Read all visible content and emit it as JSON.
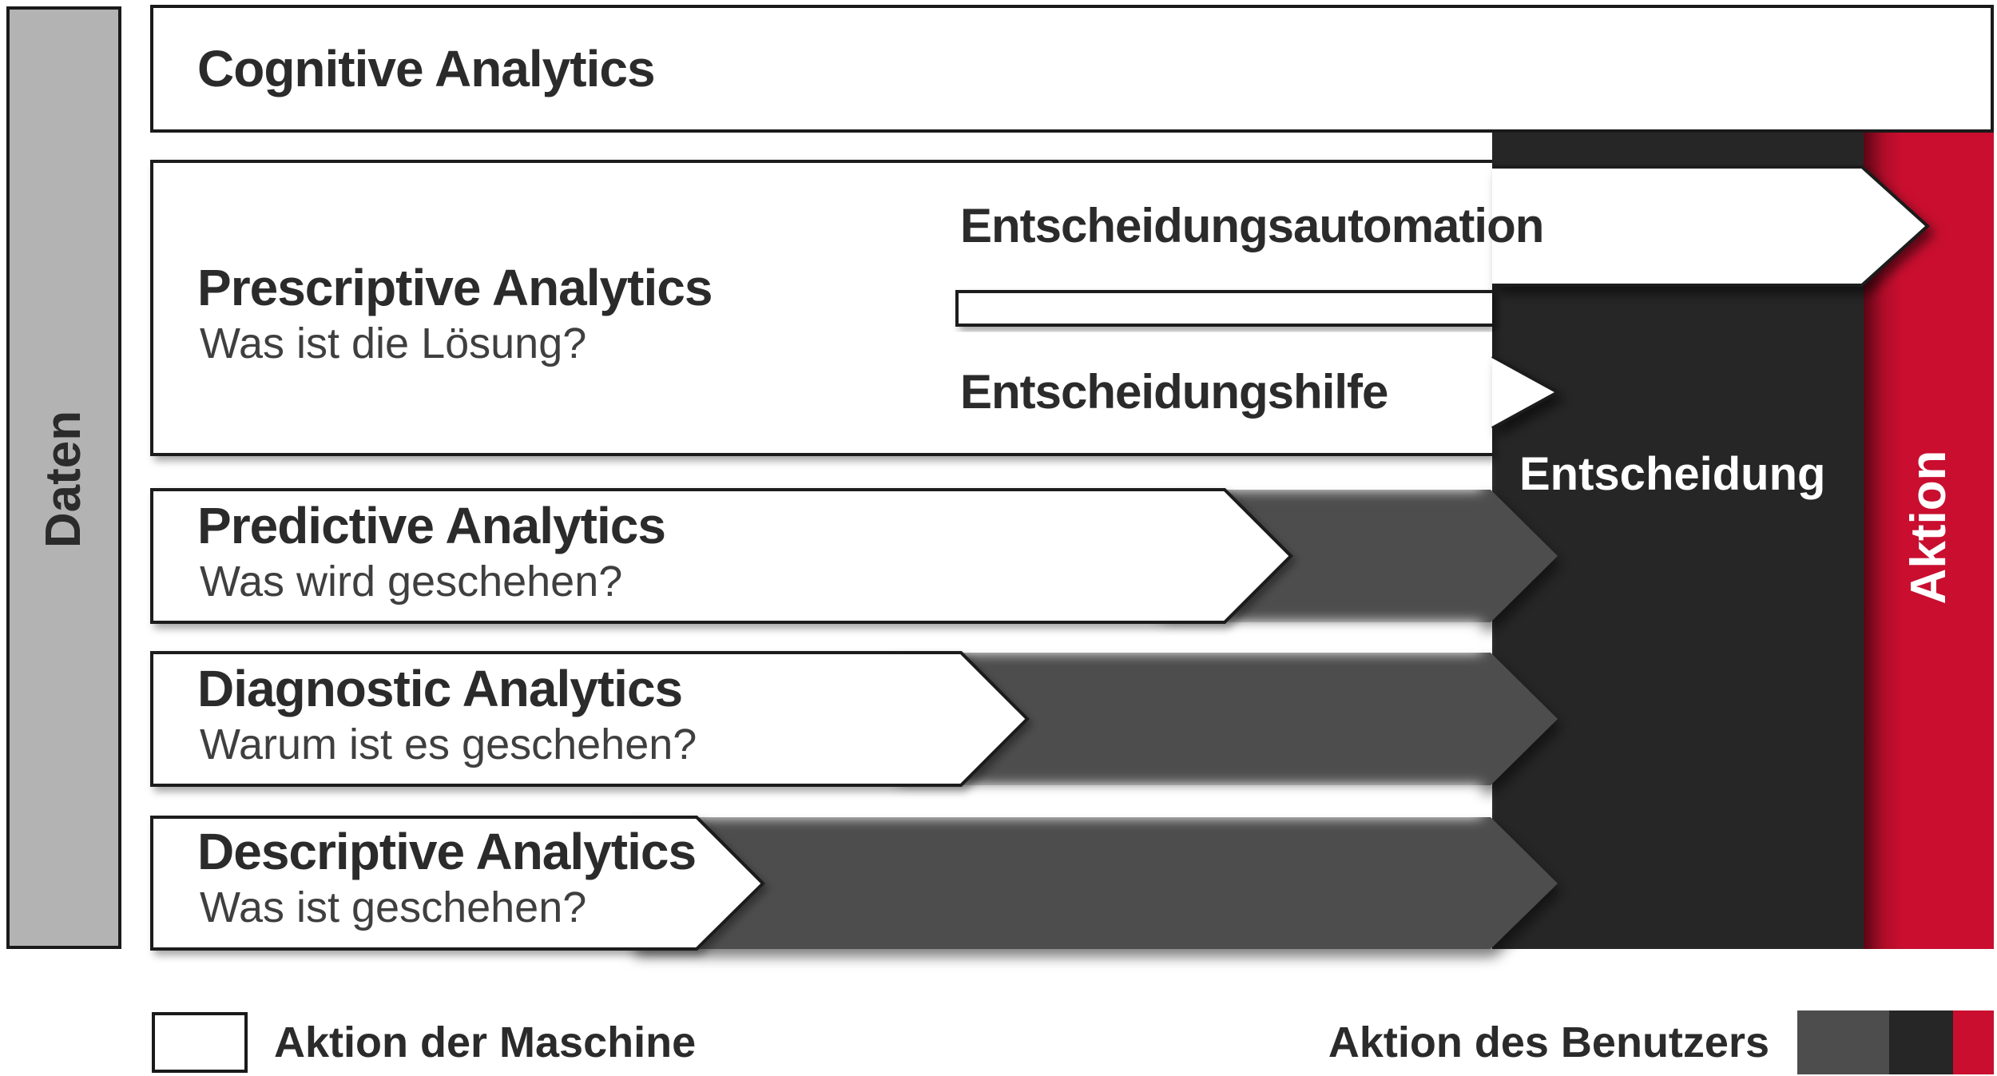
{
  "diagram": {
    "data_label": "Daten",
    "action_label": "Aktion",
    "decision_label": "Entscheidung",
    "automation_label": "Entscheidungsautomation",
    "support_label": "Entscheidungshilfe"
  },
  "levels": {
    "cognitive": {
      "title": "Cognitive Analytics"
    },
    "prescriptive": {
      "title": "Prescriptive Analytics",
      "question": "Was ist die Lösung?"
    },
    "predictive": {
      "title": "Predictive Analytics",
      "question": "Was wird geschehen?"
    },
    "diagnostic": {
      "title": "Diagnostic Analytics",
      "question": "Warum ist es geschehen?"
    },
    "descriptive": {
      "title": "Descriptive Analytics",
      "question": "Was ist geschehen?"
    }
  },
  "legend": {
    "machine_label": "Aktion der Maschine",
    "user_label": "Aktion des Benutzers"
  },
  "colors": {
    "red": "#c90e2f",
    "dark": "#262626",
    "gray": "#4d4d4d",
    "light_gray": "#b3b3b3",
    "border": "#1a1a1a"
  }
}
